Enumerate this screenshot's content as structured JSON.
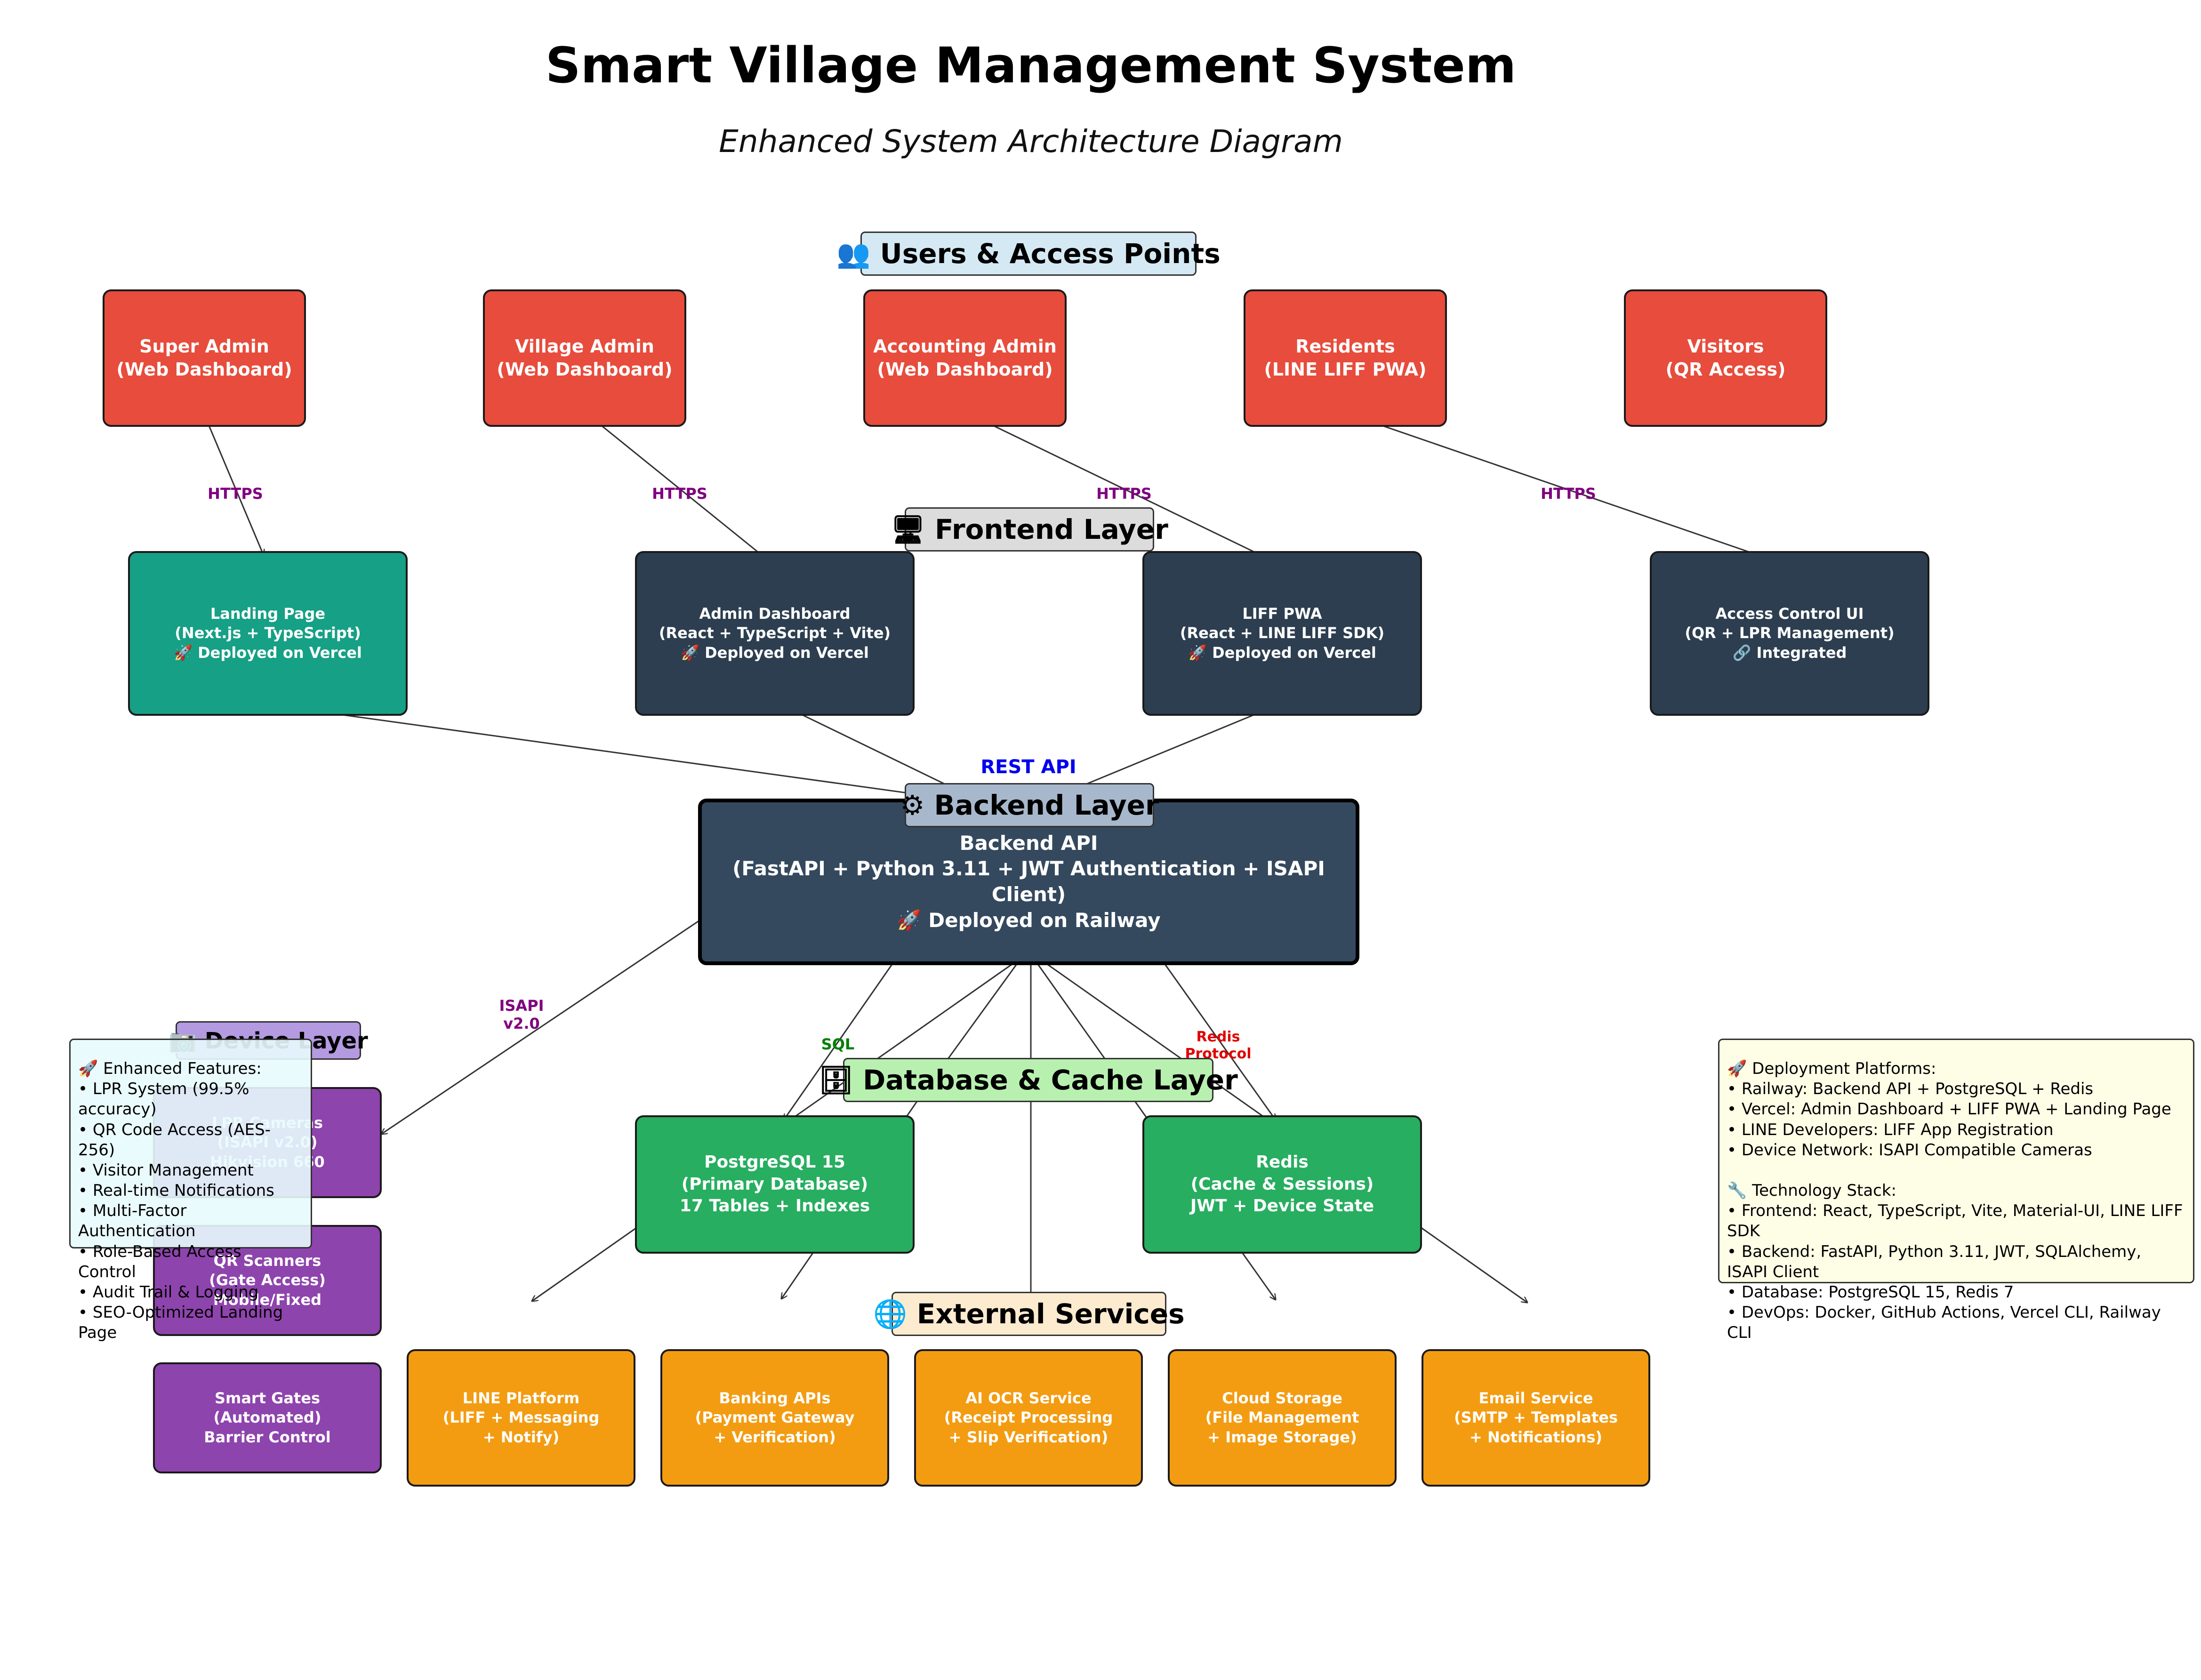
{
  "title": "Smart Village Management System",
  "subtitle": "Enhanced System Architecture Diagram",
  "layers": {
    "users": "👥 Users & Access Points",
    "frontend": "🖥 Frontend Layer",
    "backend": "⚙ Backend Layer",
    "database": "🗄 Database & Cache Layer",
    "device": "📷 Device Layer",
    "external": "🌐 External Services"
  },
  "users": [
    "Super Admin\n(Web Dashboard)",
    "Village Admin\n(Web Dashboard)",
    "Accounting Admin\n(Web Dashboard)",
    "Residents\n(LINE LIFF PWA)",
    "Visitors\n(QR Access)"
  ],
  "frontend": [
    "Landing Page\n(Next.js + TypeScript)\n🚀 Deployed on Vercel",
    "Admin Dashboard\n(React + TypeScript + Vite)\n🚀 Deployed on Vercel",
    "LIFF PWA\n(React + LINE LIFF SDK)\n🚀 Deployed on Vercel",
    "Access Control UI\n(QR + LPR Management)\n🔗 Integrated"
  ],
  "backend": "Backend API\n(FastAPI + Python 3.11 + JWT Authentication + ISAPI Client)\n🚀 Deployed on Railway",
  "database": [
    "PostgreSQL 15\n(Primary Database)\n17 Tables + Indexes",
    "Redis\n(Cache & Sessions)\nJWT + Device State"
  ],
  "devices": [
    "LPR Cameras\n(ISAPI v2.0)\nHikvision 660",
    "QR Scanners\n(Gate Access)\nMobile/Fixed",
    "Smart Gates\n(Automated)\nBarrier Control"
  ],
  "external": [
    "LINE Platform\n(LIFF + Messaging\n+ Notify)",
    "Banking APIs\n(Payment Gateway\n+ Verification)",
    "AI OCR Service\n(Receipt Processing\n+ Slip Verification)",
    "Cloud Storage\n(File Management\n+ Image Storage)",
    "Email Service\n(SMTP + Templates\n+ Notifications)"
  ],
  "connections": {
    "https": "HTTPS",
    "rest_api": "REST API",
    "isapi": "ISAPI\nv2.0",
    "sql": "SQL",
    "redis": "Redis\nProtocol"
  },
  "features_note": [
    "🚀 Enhanced Features:",
    "• LPR System (99.5% accuracy)",
    "• QR Code Access (AES-256)",
    "• Visitor Management",
    "• Real-time Notifications",
    "• Multi-Factor Authentication",
    "• Role-Based Access Control",
    "• Audit Trail & Logging",
    "• SEO-Optimized Landing Page"
  ],
  "deployment_note": [
    "🚀 Deployment Platforms:",
    "• Railway: Backend API + PostgreSQL + Redis",
    "• Vercel: Admin Dashboard + LIFF PWA + Landing Page",
    "• LINE Developers: LIFF App Registration",
    "• Device Network: ISAPI Compatible Cameras",
    "",
    "🔧 Technology Stack:",
    "• Frontend: React, TypeScript, Vite, Material-UI, LINE LIFF SDK",
    "• Backend: FastAPI, Python 3.11, JWT, SQLAlchemy, ISAPI Client",
    "• Database: PostgreSQL 15, Redis 7",
    "• DevOps: Docker, GitHub Actions, Vercel CLI, Railway CLI"
  ],
  "colors": {
    "user": "#e74c3c",
    "frontend_dark": "#2c3e50",
    "landing": "#16a085",
    "backend": "#34495e",
    "database": "#27ae60",
    "device": "#8e44ad",
    "external": "#f39c12",
    "layer_users": "#d4e9f3",
    "layer_frontend": "#dcdcdc",
    "layer_backend": "#a8b8cc",
    "layer_database": "#b8f0b0",
    "layer_device": "#b49ae0",
    "layer_external": "#fdebd0",
    "note_features": "#e8fbfd",
    "note_deploy": "#fefee6",
    "label_https": "#800080",
    "label_rest": "#0000ee",
    "label_sql": "#008000",
    "label_redis": "#e00000"
  }
}
